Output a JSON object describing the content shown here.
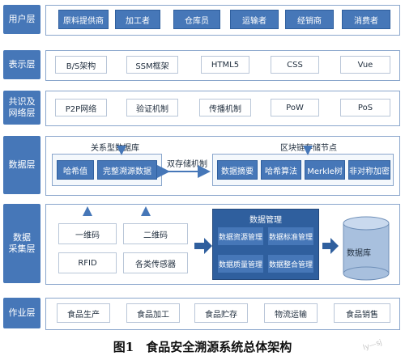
{
  "layers": {
    "user": {
      "label": "用户层",
      "items": [
        "原料提供商",
        "加工者",
        "仓库员",
        "运输者",
        "经销商",
        "消费者"
      ]
    },
    "display": {
      "label": "表示层",
      "items": [
        "B/S架构",
        "SSM框架",
        "HTML5",
        "CSS",
        "Vue"
      ]
    },
    "consensus": {
      "label": "共识及\n网络层",
      "items": [
        "P2P网络",
        "验证机制",
        "传播机制",
        "PoW",
        "PoS"
      ]
    },
    "data": {
      "label": "数据层",
      "relational_db_label": "关系型数据库",
      "relational_items": [
        "哈希值",
        "完整溯源数据"
      ],
      "dual_storage_label": "双存储机制",
      "block_node_label": "区块链存储节点",
      "block_items": [
        "数据摘要",
        "哈希算法",
        "Merkle树",
        "非对称加密"
      ]
    },
    "collection": {
      "label": "数据\n采集层",
      "sources": [
        "一维码",
        "二维码",
        "RFID",
        "各类传感器"
      ],
      "management_title": "数据管理",
      "management_items": [
        "数据资源管理",
        "数据标准管理",
        "数据质量管理",
        "数据整合管理"
      ],
      "database_label": "数据库"
    },
    "operation": {
      "label": "作业层",
      "items": [
        "食品生产",
        "食品加工",
        "食品贮存",
        "物流运输",
        "食品销售"
      ]
    }
  },
  "caption": "图1　食品安全溯源系统总体架构",
  "watermark": "ly—sj",
  "colors": {
    "primary_blue": "#4677b8",
    "dark_blue": "#2f5f9e",
    "border_blue": "#8aa6cc",
    "outline_gray": "#b9c6d8"
  }
}
